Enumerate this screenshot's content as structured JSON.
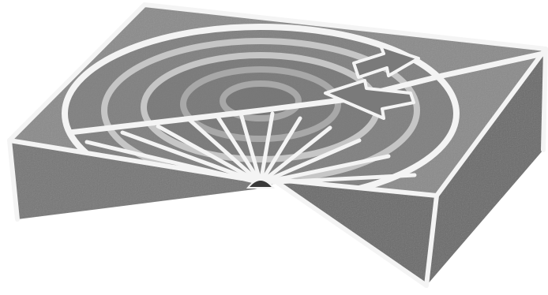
{
  "diagram": {
    "colors": {
      "background": "#ffffff",
      "top_face": "#8a8a8a",
      "top_face_dark": "#6f6f6f",
      "left_side": "#767676",
      "right_side": "#6a6a6a",
      "outline": "#f4f4f4",
      "arrow_fill": "#7a7a7a",
      "focus": "#3a3a3a"
    },
    "wave_ring_count": 5,
    "ray_count": 12,
    "arrow_count": 2
  }
}
